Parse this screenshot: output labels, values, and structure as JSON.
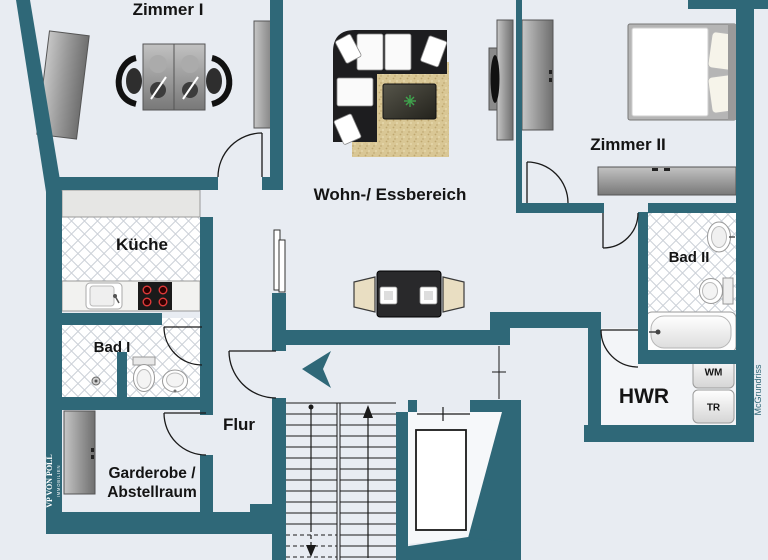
{
  "plan": {
    "type": "apartment-floorplan",
    "rooms": {
      "zimmer1": "Zimmer I",
      "wohnbereich": "Wohn-/ Essbereich",
      "zimmer2": "Zimmer II",
      "kueche": "Küche",
      "bad1": "Bad I",
      "bad2": "Bad II",
      "hwr": "HWR",
      "flur": "Flur",
      "garderobe_line1": "Garderobe /",
      "garderobe_line2": "Abstellraum"
    },
    "appliances": {
      "wm": "WM",
      "tr": "TR"
    },
    "branding": {
      "logo_main": "VP VON POLL",
      "logo_sub": "IMMOBILIEN",
      "watermark": "McGrundriss"
    },
    "colors": {
      "wall": "#2f6878",
      "background": "#e8ecf2",
      "floor": "#edf0f5",
      "tile_white": "#ffffff",
      "tile_line": "#ccd1d8",
      "rug_beige": "#d9c795",
      "sofa_black": "#1d1d1f",
      "burner_red": "#e03a3a",
      "entry_arrow": "#2f6878"
    }
  }
}
